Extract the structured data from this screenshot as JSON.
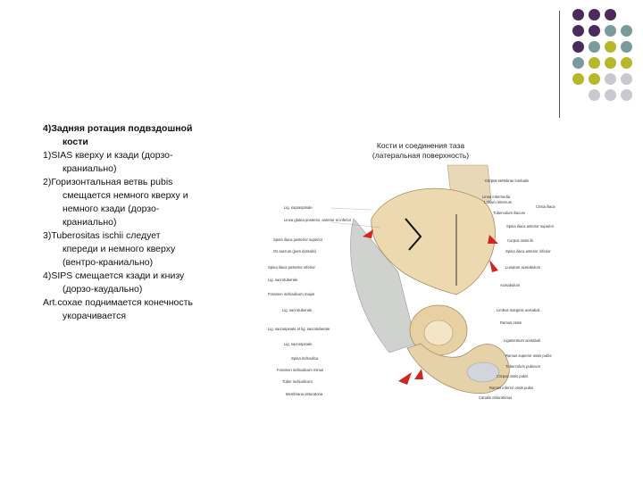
{
  "decor": {
    "dot_colors": [
      "#4b2a5c",
      "#7a9b9b",
      "#b5b82a",
      "#c8c8d0"
    ]
  },
  "text": {
    "heading_1": "4)Задняя ротация подвздошной",
    "heading_2": "кости",
    "item_1a": "1)SIAS кверху и кзади (дорзо-",
    "item_1b": "краниально)",
    "item_2a": "2)Горизонтальная ветвь pubis",
    "item_2b": "смещается немного кверху и",
    "item_2c": "немного кзади (дорзо-",
    "item_2d": "краниально)",
    "item_3a": "3)Tuberositas ischii следует",
    "item_3b": "кпереди и немного кверху",
    "item_3c": "(вентро-краниально)",
    "item_4a": "4)SIPS смещается кзади и книзу",
    "item_4b": "(дорзо-каудально)",
    "item_5a": "Art.coxae поднимается конечность",
    "item_5b": "укорачивается"
  },
  "figure": {
    "title_1": "Кости и соединения таза",
    "title_2": "(латеральная поверхность)",
    "labels_left": [
      "Lig. supraspinale",
      "Linea glutea posterior, anterior et inferior",
      "Spina iliaca posterior superior",
      "Os sacrum (pars dorsalis)",
      "Spina iliaca posterior inferior",
      "Lig. sacrotuberale",
      "Foramen ischiadicum majus",
      "Lig. sacrotuberale",
      "Lig. sacrospinale et lig. sacrotuberale",
      "Lig. sacrospinale",
      "Spina ischiadica",
      "Foramen ischiadicum minus",
      "Tuber ischiadicum",
      "Membrana obturatoria"
    ],
    "labels_right": [
      "Corpus vertebrae lumbalis",
      "Labium internum",
      "Linea intermedia",
      "Tuberculum iliacum",
      "Crista iliaca",
      "Spina iliaca anterior superior",
      "Corpus ossis ilii",
      "Spina iliaca anterior inferior",
      "Lunatum acetabulum",
      "Acetabulum",
      "Limbus marginis acetabuli",
      "Ramus ossis",
      "Ligamentum acetabuli",
      "Ramus superior ossis pubis",
      "Tuberculum pubicum",
      "Corpus ossis pubis",
      "Ramus inferior ossis pubis",
      "Canalis obturatorius"
    ]
  }
}
